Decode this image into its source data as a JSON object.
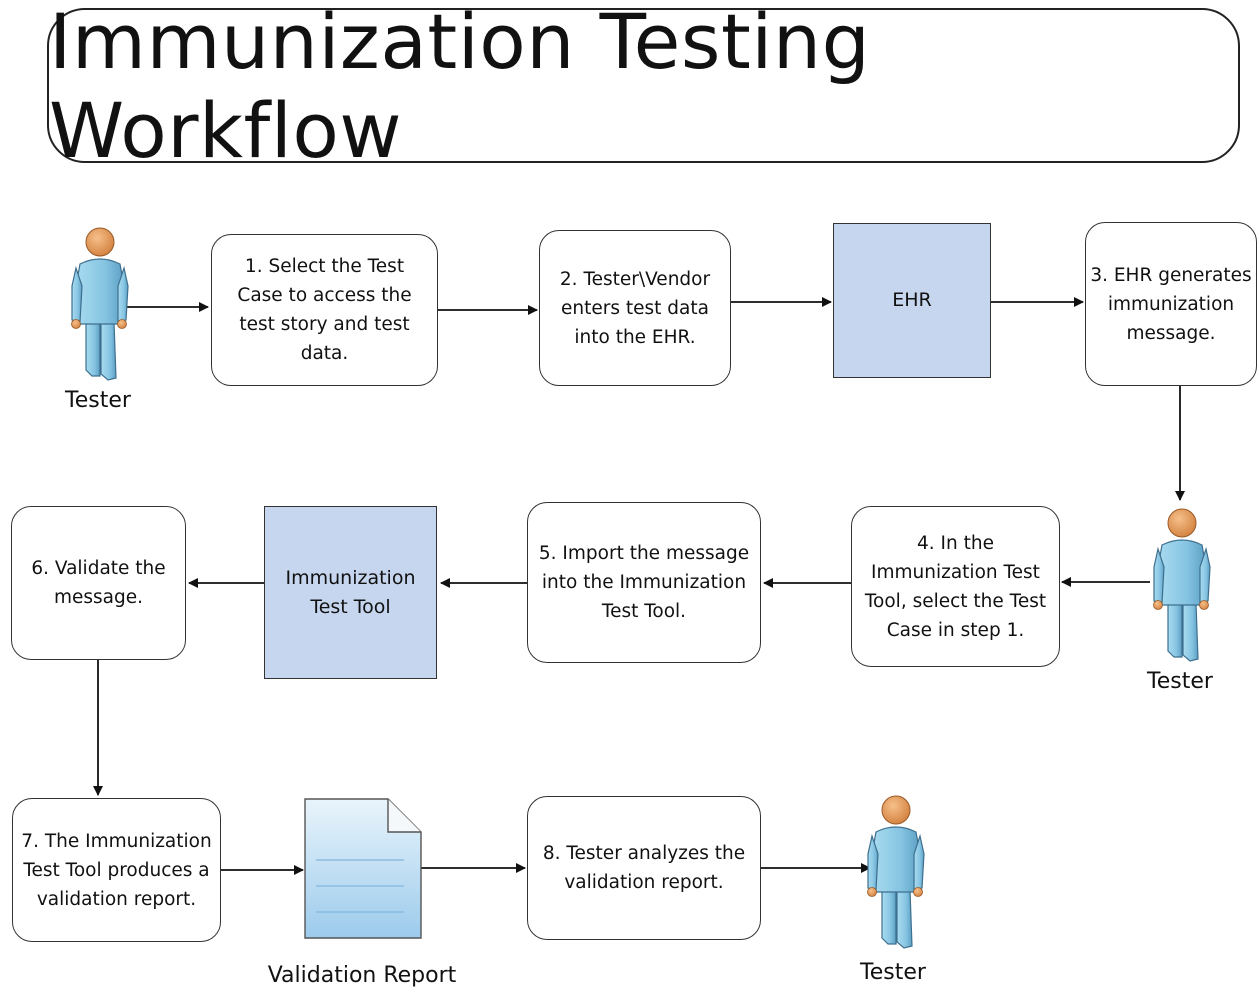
{
  "title": "Immunization Testing Workflow",
  "actor_label": "Tester",
  "steps": {
    "s1": "1. Select the Test Case to access the test story and test data.",
    "s2": "2. Tester\\Vendor enters test data into the EHR.",
    "s3": "3. EHR generates immunization message.",
    "s4": "4. In the Immunization Test Tool, select the Test Case in  step 1.",
    "s5": "5. Import the message into the Immunization Test Tool.",
    "s6": "6. Validate the message.",
    "s7": "7. The Immunization Test Tool produces a validation report.",
    "s8": "8. Tester analyzes the validation report."
  },
  "systems": {
    "ehr": "EHR",
    "test_tool": "Immunization Test Tool"
  },
  "document_label": "Validation Report",
  "colors": {
    "system_fill": "#c6d6ee",
    "person_body": "#8dc8e4",
    "person_head": "#e9a060",
    "document": "#bcdcf2"
  }
}
